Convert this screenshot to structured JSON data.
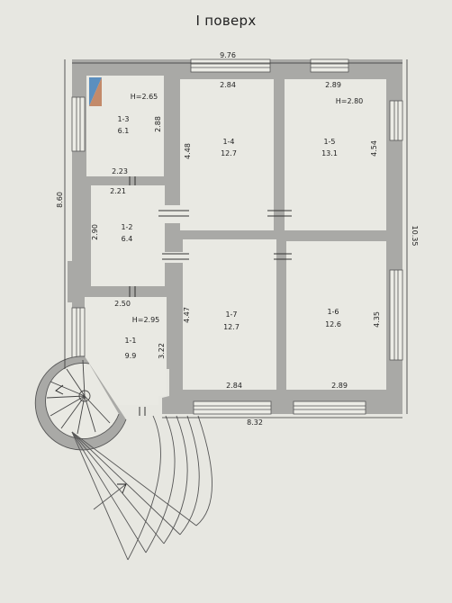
{
  "title": "І поверх",
  "heights": {
    "h1": "H=2.65",
    "h2": "H=2.80",
    "h3": "H=2.95"
  },
  "rooms": [
    {
      "id": "1-1",
      "area": "9.9"
    },
    {
      "id": "1-2",
      "area": "6.4"
    },
    {
      "id": "1-3",
      "area": "6.1"
    },
    {
      "id": "1-4",
      "area": "12.7"
    },
    {
      "id": "1-5",
      "area": "13.1"
    },
    {
      "id": "1-6",
      "area": "12.6"
    },
    {
      "id": "1-7",
      "area": "12.7"
    }
  ],
  "dimensions": {
    "top_overall": "9.76",
    "bottom_overall": "8.32",
    "left_overall": "8.60",
    "right_overall": "10.35",
    "r13_width": "2.23",
    "r13_height": "2.88",
    "r12_top": "2.21",
    "r12_height": "2.90",
    "r11_top": "2.50",
    "r11_height": "3.22",
    "r14_width": "2.84",
    "r14_height": "4.48",
    "r15_width": "2.89",
    "r15_height": "4.54",
    "r17_width": "2.84",
    "r17_height": "4.47",
    "r16_width": "2.89",
    "r16_height": "4.35"
  },
  "colors": {
    "wall": "#a9a9a6",
    "floor": "#e9e9e3",
    "background": "#e7e7e1",
    "marker_blue": "#5b8fbf",
    "marker_brown": "#c38a6a",
    "height_label": "#4a7ab0"
  }
}
